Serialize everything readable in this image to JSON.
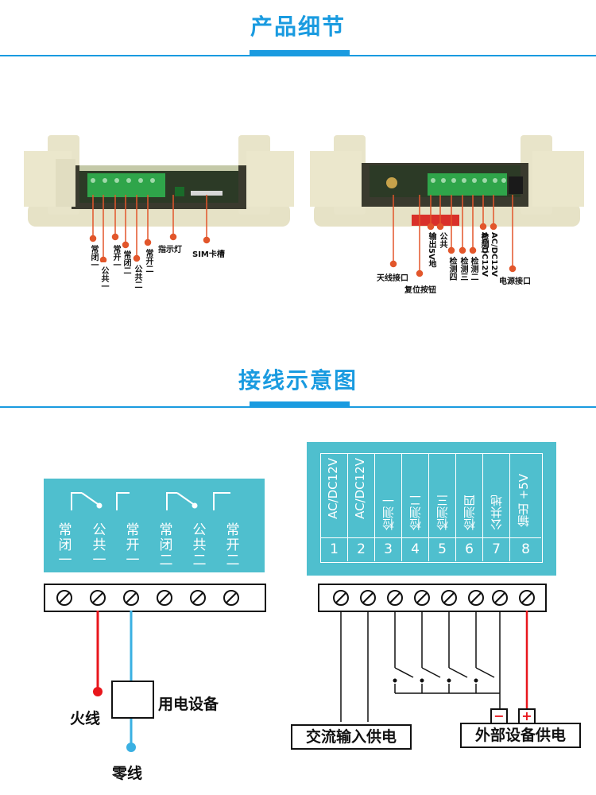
{
  "sections": {
    "detail_title": "产品细节",
    "wiring_title": "接线示意图"
  },
  "left_device_labels": [
    {
      "text": "常闭一"
    },
    {
      "text": "公共一"
    },
    {
      "text": "常开一"
    },
    {
      "text": "常闭二"
    },
    {
      "text": "公共二"
    },
    {
      "text": "常开二"
    },
    {
      "text": "指示灯"
    },
    {
      "text": "SIM卡槽"
    }
  ],
  "right_device_labels": {
    "antenna": "天线接口",
    "reset": "复位按钮",
    "out5v": "输出5V地",
    "common_gnd": "公共",
    "det4": "检测四",
    "det3": "检测三",
    "det2": "检测二",
    "det1": "检测一",
    "ac1": "AC/DC12V",
    "ac2": "AC/DC12V",
    "power": "电源接口"
  },
  "relay_panel": {
    "labels": [
      "常闭一",
      "公共一",
      "常开一",
      "常闭二",
      "公共二",
      "常开二"
    ]
  },
  "relay_wiring": {
    "live": "火线",
    "neutral": "零线",
    "device": "用电设备"
  },
  "input_panel": {
    "terminals": [
      {
        "label": "AC/DC12V",
        "num": "1"
      },
      {
        "label": "AC/DC12V",
        "num": "2"
      },
      {
        "label": "检测一",
        "num": "3"
      },
      {
        "label": "检测二",
        "num": "4"
      },
      {
        "label": "检测三",
        "num": "5"
      },
      {
        "label": "检测四",
        "num": "6"
      },
      {
        "label": "公共地",
        "num": "7"
      },
      {
        "label": "输出 +5V",
        "num": "8"
      }
    ]
  },
  "input_wiring": {
    "ac_supply": "交流输入供电",
    "ext_supply": "外部设备供电",
    "minus": "−",
    "plus": "+"
  },
  "colors": {
    "accent": "#1a9be0",
    "panel": "#4fbfce",
    "live_wire": "#e8161c",
    "neutral_wire": "#3ab0e2"
  }
}
